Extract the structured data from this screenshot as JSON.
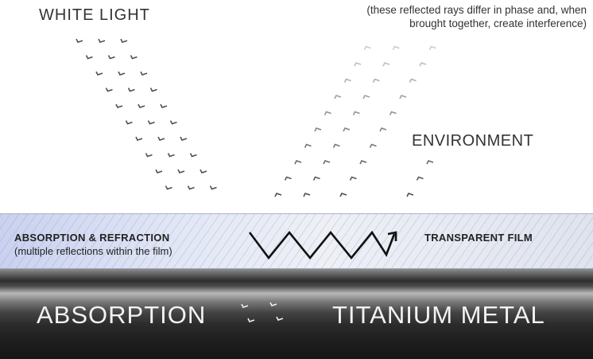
{
  "labels": {
    "white_light": "WHITE LIGHT",
    "note_line1": "(these reflected rays differ in phase and, when",
    "note_line2": "brought together, create interference)",
    "environment": "ENVIRONMENT"
  },
  "film": {
    "title": "ABSORPTION & REFRACTION",
    "subtitle": "(multiple reflections within the film)",
    "label": "TRANSPARENT FILM"
  },
  "metal": {
    "left_label": "ABSORPTION",
    "right_label": "TITANIUM METAL"
  },
  "colors": {
    "text": "#333333",
    "incoming_ray": "#333333",
    "reflected_ray": "#444444",
    "zigzag": "#111111",
    "metal_text": "#f2f2f2"
  }
}
